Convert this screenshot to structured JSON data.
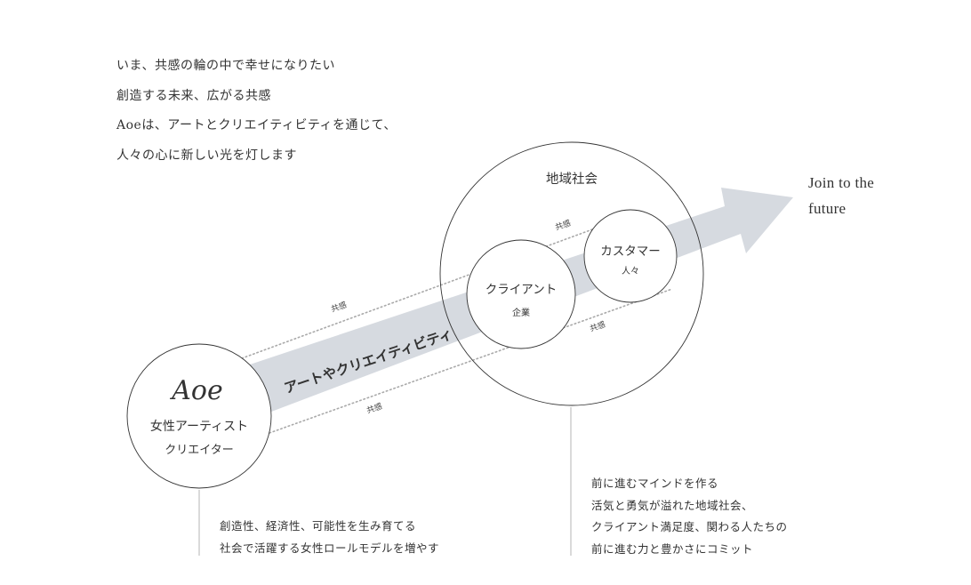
{
  "intro": {
    "lines": [
      "いま、共感の輪の中で幸せになりたい",
      "創造する未来、広がる共感",
      "Aoeは、アートとクリエイティビティを通じて、",
      "人々の心に新しい光を灯します"
    ]
  },
  "diagram": {
    "arrow_label": "アートやクリエイティビティ",
    "empathy_label": "共感",
    "aoe": {
      "logo": "Aoe",
      "line1": "女性アーティスト",
      "line2": "クリエイター"
    },
    "community": {
      "label": "地域社会"
    },
    "client": {
      "label": "クライアント",
      "sub": "企業"
    },
    "customer": {
      "label": "カスタマー",
      "sub": "人々"
    },
    "join": {
      "line1": "Join to the",
      "line2": "future"
    }
  },
  "bottom_left": {
    "lines": [
      "創造性、経済性、可能性を生み育てる",
      "社会で活躍する女性ロールモデルを増やす"
    ]
  },
  "bottom_right": {
    "lines": [
      "前に進むマインドを作る",
      "活気と勇気が溢れた地域社会、",
      "クライアント満足度、関わる人たちの",
      "前に進む力と豊かさにコミット"
    ]
  },
  "colors": {
    "arrow": "#d6dae0",
    "line": "#333333",
    "dotted": "#a9a9a9",
    "text": "#333333"
  }
}
